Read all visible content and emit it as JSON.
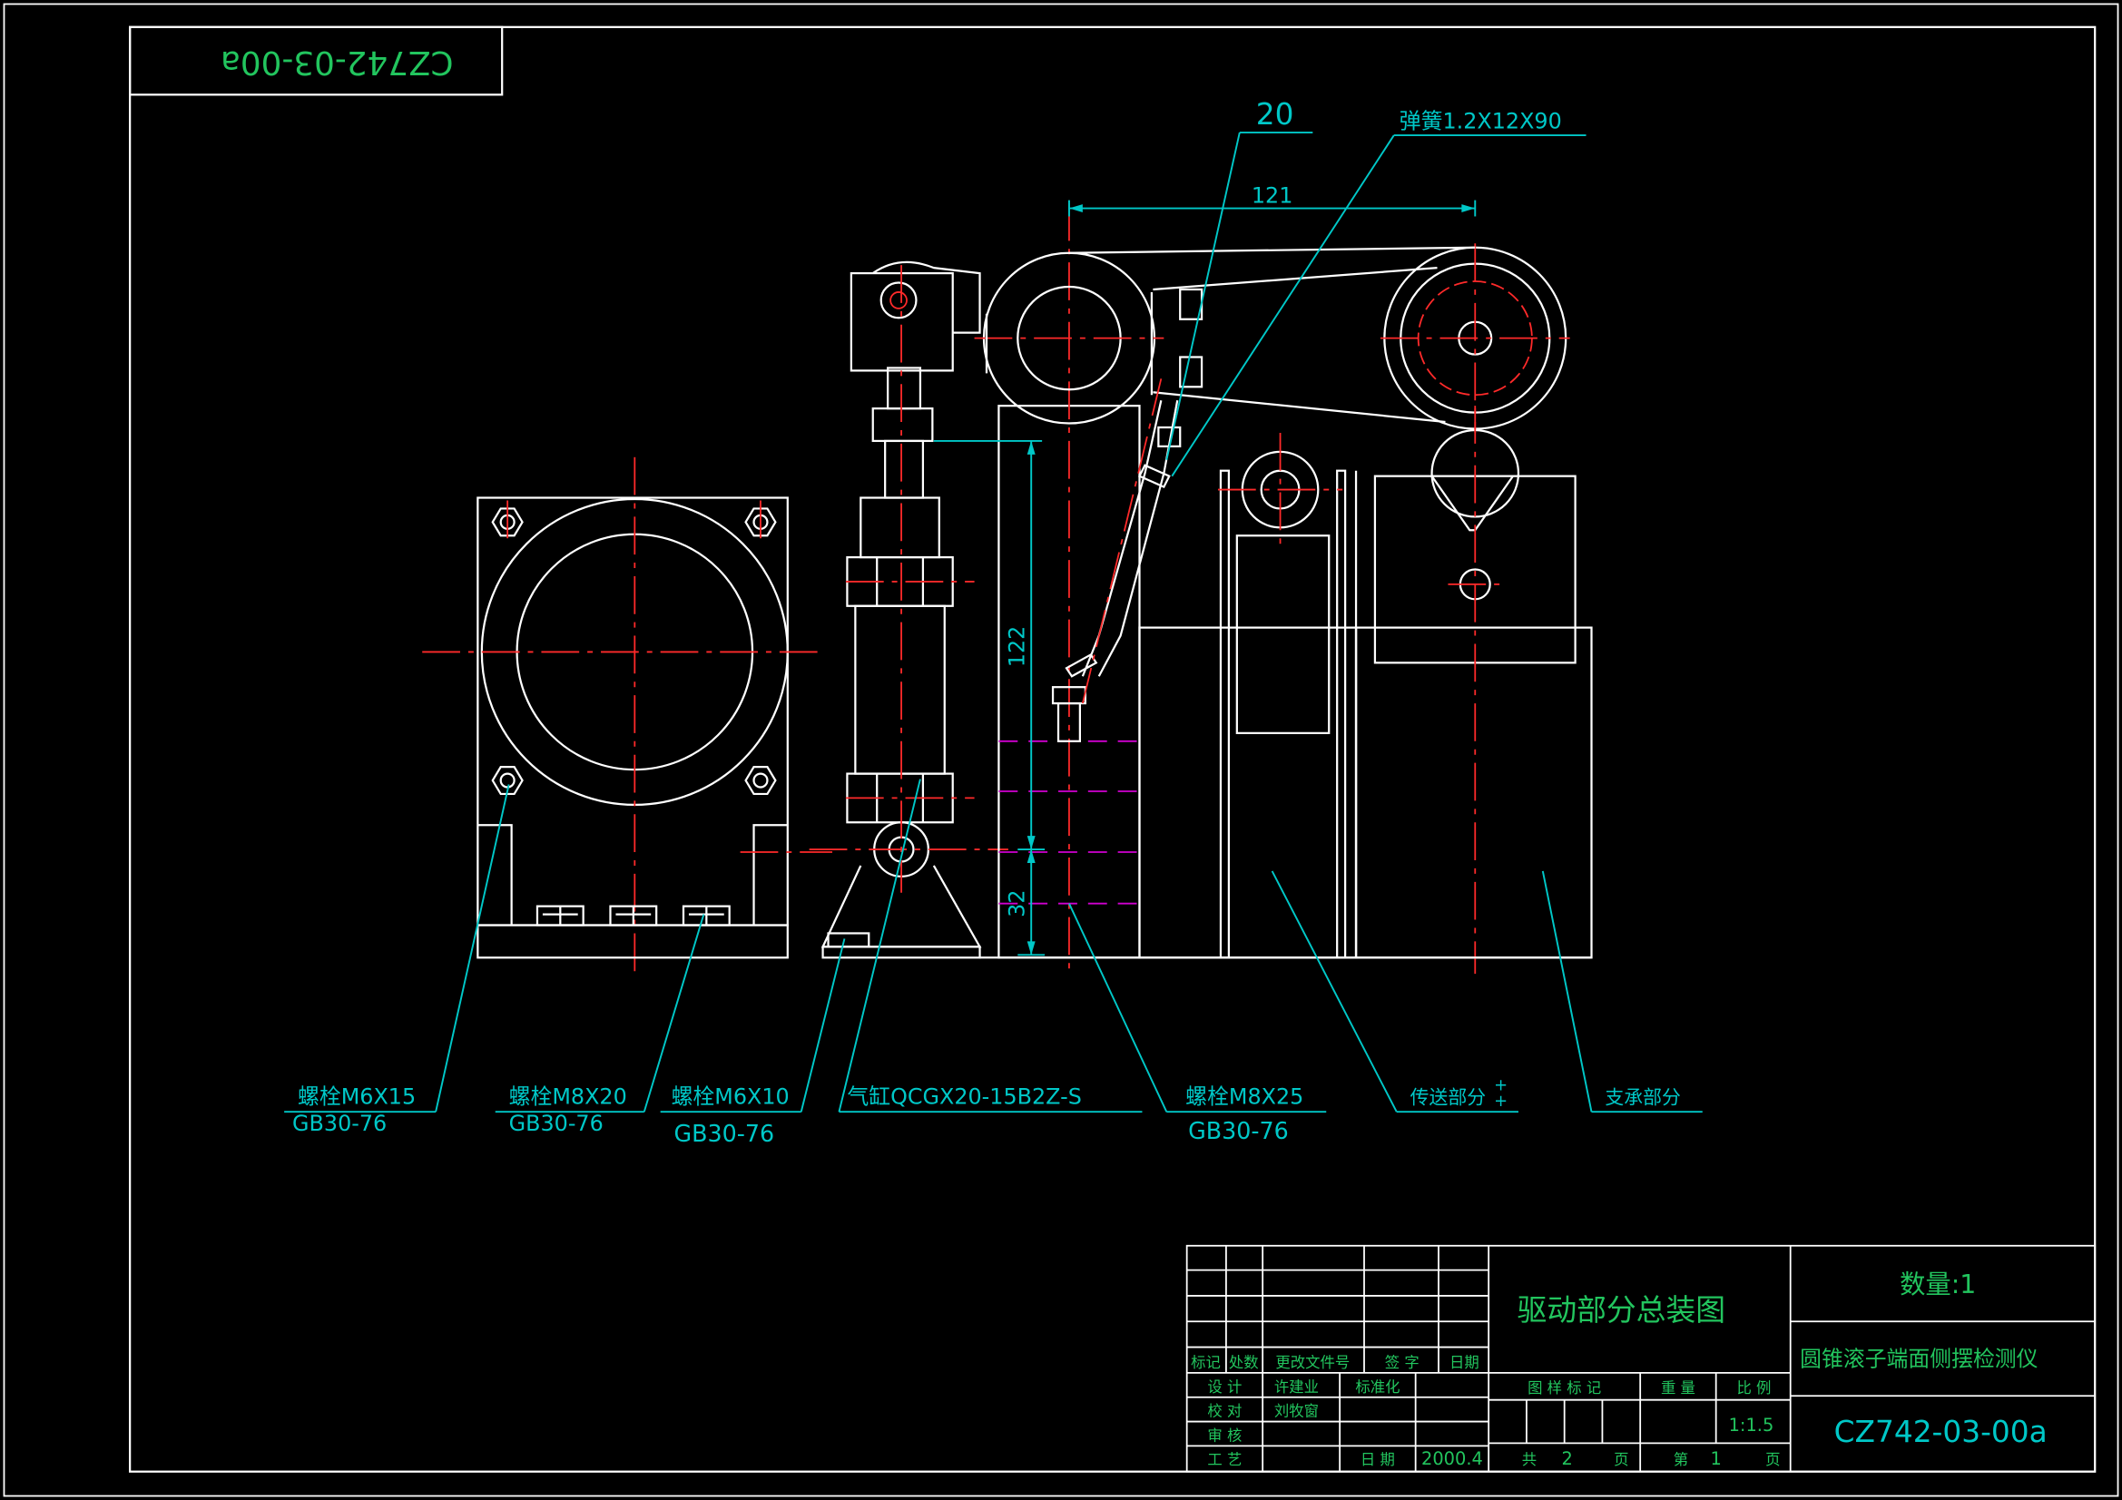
{
  "drawing": {
    "mirrored_code": "CZ742-03-00a",
    "dimensions": {
      "top_20": "20",
      "width_121": "121",
      "height_122": "122",
      "height_32": "32"
    },
    "spring_label": "弹簧1.2X12X90"
  },
  "callouts": [
    {
      "id": "bolt-m6x15",
      "line1": "螺栓M6X15",
      "line2": "GB30-76"
    },
    {
      "id": "bolt-m8x20",
      "line1": "螺栓M8X20",
      "line2": "GB30-76"
    },
    {
      "id": "bolt-m6x10",
      "line1": "螺栓M6X10",
      "line2": "GB30-76"
    },
    {
      "id": "cylinder",
      "line1": "气缸QCGX20-15B2Z-S",
      "line2": ""
    },
    {
      "id": "bolt-m8x25",
      "line1": "螺栓M8X25",
      "line2": "GB30-76"
    },
    {
      "id": "transfer",
      "line1": "传送部分",
      "line2": ""
    },
    {
      "id": "support",
      "line1": "支承部分",
      "line2": ""
    }
  ],
  "title_block": {
    "drawing_name": "驱动部分总装图",
    "quantity": "数量:1",
    "product": "圆锥滚子端面侧摆检测仪",
    "code": "CZ742-03-00a",
    "headers": {
      "mark": "标记",
      "count": "处数",
      "change_doc": "更改文件号",
      "signature": "签 字",
      "date": "日期"
    },
    "roles": {
      "design": "设 计",
      "design_name": "许建业",
      "standard": "标准化",
      "check": "校 对",
      "check_name": "刘牧窗",
      "review": "审 核",
      "process": "工 艺",
      "date_label": "日 期",
      "date_value": "2000.4"
    },
    "stage_mark": "图 样 标 记",
    "weight": "重 量",
    "scale_label": "比 例",
    "scale_value": "1:1.5",
    "total_label": "共",
    "total_pages": "2",
    "page_unit": "页",
    "sheet_label": "第",
    "sheet_no": "1",
    "sheet_unit": "页"
  },
  "colors": {
    "outline": "#ffffff",
    "centerline": "#ff2a2a",
    "leader": "#00c8c8",
    "hidden": "#d000d0",
    "text": "#22c55e"
  }
}
